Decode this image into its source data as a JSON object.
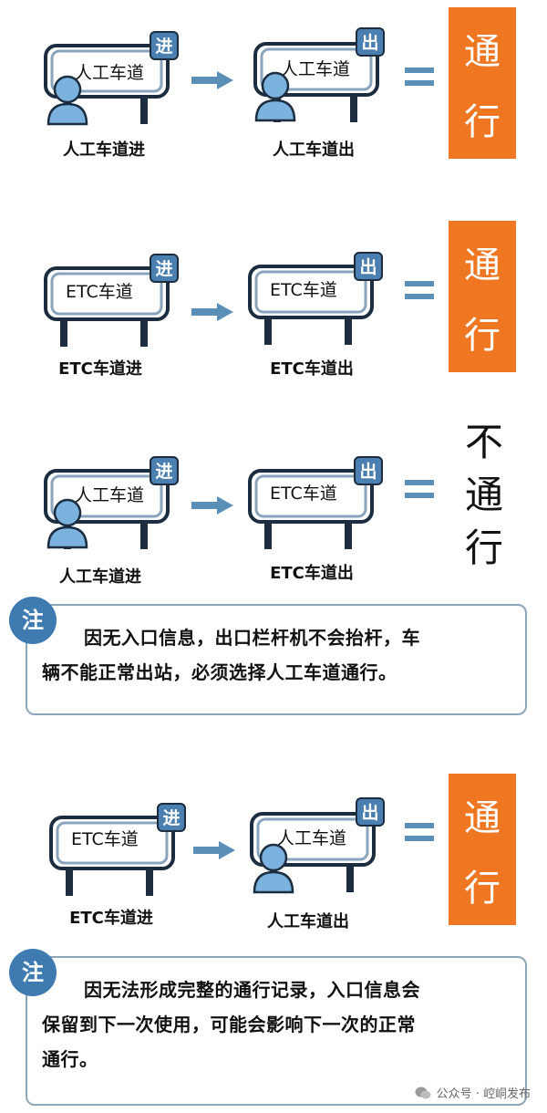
{
  "scenarios": [
    {
      "entry": {
        "sign": "人工车道",
        "badge": "进",
        "caption": "人工车道进",
        "person": true
      },
      "exit": {
        "sign": "人工车道",
        "badge": "出",
        "caption": "人工车道出",
        "person": true
      },
      "result": [
        "通",
        "行"
      ],
      "result_style": "orange"
    },
    {
      "entry": {
        "sign": "ETC车道",
        "badge": "进",
        "caption": "ETC车道进",
        "person": false
      },
      "exit": {
        "sign": "ETC车道",
        "badge": "出",
        "caption": "ETC车道出",
        "person": false
      },
      "result": [
        "通",
        "行"
      ],
      "result_style": "orange"
    },
    {
      "entry": {
        "sign": "人工车道",
        "badge": "进",
        "caption": "人工车道进",
        "person": true
      },
      "exit": {
        "sign": "ETC车道",
        "badge": "出",
        "caption": "ETC车道出",
        "person": false
      },
      "result": [
        "不",
        "通",
        "行"
      ],
      "result_style": "plain"
    },
    {
      "entry": {
        "sign": "ETC车道",
        "badge": "进",
        "caption": "ETC车道进",
        "person": false
      },
      "exit": {
        "sign": "人工车道",
        "badge": "出",
        "caption": "人工车道出",
        "person": true
      },
      "result": [
        "通",
        "行"
      ],
      "result_style": "orange"
    }
  ],
  "notes": [
    {
      "badge": "注",
      "lines": [
        "因无入口信息，出口栏杆机不会抬杆，车",
        "辆不能正常出站，必须选择人工车道通行。"
      ]
    },
    {
      "badge": "注",
      "lines": [
        "因无法形成完整的通行记录，入口信息会",
        "保留到下一次使用，可能会影响下一次的正常",
        "通行。"
      ]
    }
  ],
  "footer": {
    "text": "公众号 · 崆峒发布",
    "icon": "wechat-icon"
  },
  "colors": {
    "accent_orange": "#f07722",
    "badge_blue": "#4a7fb0",
    "arrow": "#5b8fb8",
    "frame_dark": "#1b2d3f"
  }
}
